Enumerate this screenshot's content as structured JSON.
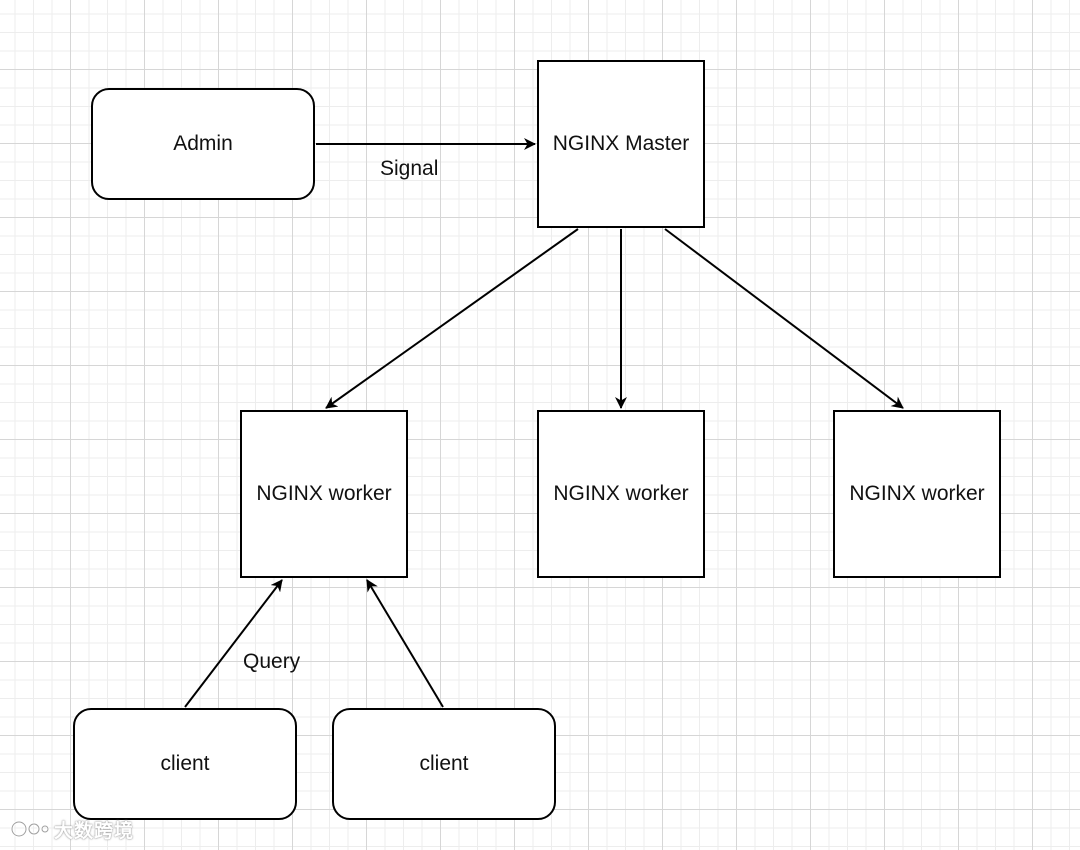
{
  "nodes": {
    "admin": "Admin",
    "master": "NGINX Master",
    "worker_1": "NGINX worker",
    "worker_2": "NGINX worker",
    "worker_3": "NGINX worker",
    "client_1": "client",
    "client_2": "client"
  },
  "edges": {
    "signal_label": "Signal",
    "query_label": "Query"
  },
  "watermark": {
    "text": "大数跨境"
  },
  "colors": {
    "grid_major": "#d6d6d6",
    "grid_minor": "#ededed",
    "stroke": "#000000",
    "node_fill": "#ffffff"
  }
}
